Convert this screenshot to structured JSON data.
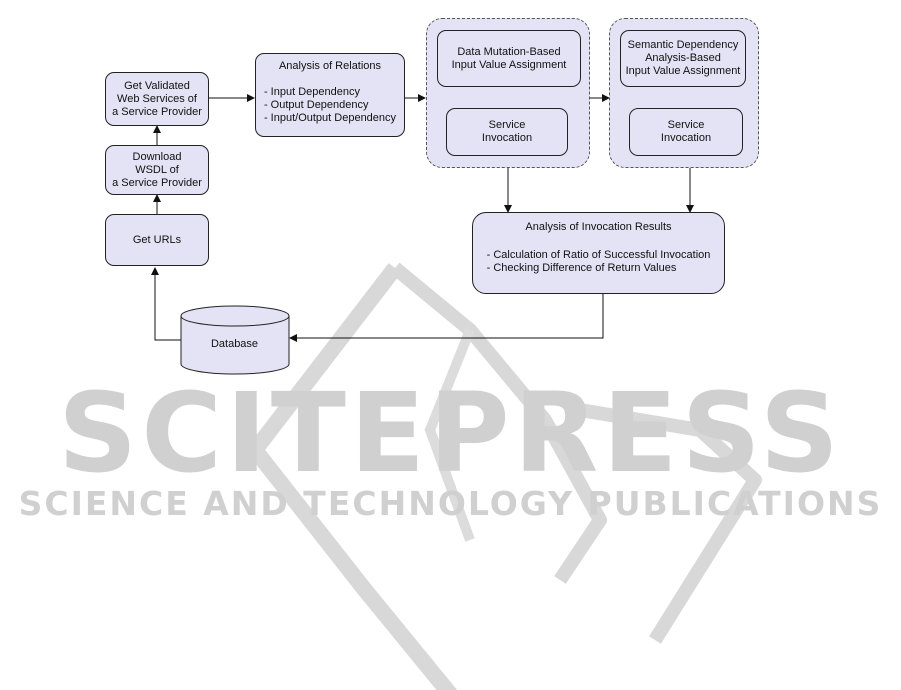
{
  "watermark": {
    "title": "SCITEPRESS",
    "subtitle": "SCIENCE AND TECHNOLOGY PUBLICATIONS"
  },
  "nodes": {
    "get_validated": [
      "Get Validated",
      "Web Services of",
      "a Service Provider"
    ],
    "download_wsdl": [
      "Download",
      "WSDL of",
      "a Service Provider"
    ],
    "get_urls": "Get URLs",
    "analysis_relations": {
      "title": "Analysis of Relations",
      "items": [
        "- Input Dependency",
        "- Output Dependency",
        "- Input/Output Dependency"
      ]
    },
    "data_mutation": [
      "Data Mutation-Based",
      "Input Value Assignment"
    ],
    "service_invocation_1": [
      "Service",
      "Invocation"
    ],
    "semantic_dependency": [
      "Semantic Dependency",
      "Analysis-Based",
      "Input Value Assignment"
    ],
    "service_invocation_2": [
      "Service",
      "Invocation"
    ],
    "analysis_results": {
      "title": "Analysis of Invocation Results",
      "items": [
        "- Calculation of Ratio of Successful Invocation",
        "- Checking Difference of Return Values"
      ]
    },
    "database": "Database"
  },
  "colors": {
    "box_fill": "#e3e3f5",
    "stroke": "#222222",
    "watermark": "#d0d0d0"
  }
}
